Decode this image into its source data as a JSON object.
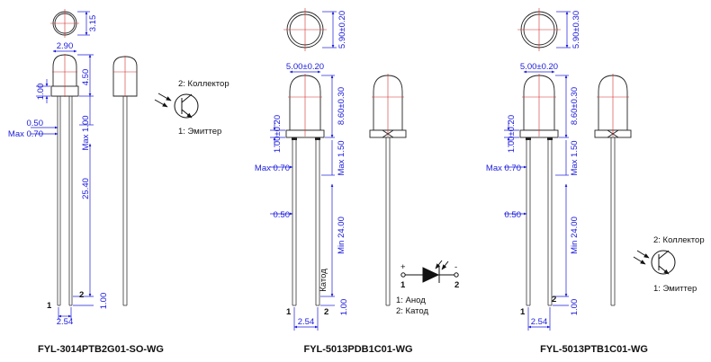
{
  "parts": [
    {
      "title": "FYL-3014PTB2G01-SO-WG",
      "dims": {
        "top_height": "3.15",
        "width": "2.90",
        "flange": "1.00",
        "body_height": "4.50",
        "lead_width": "0.50",
        "lead_max": "Max 0.70",
        "max_under": "Max 1.00",
        "lead_length": "25.40",
        "tail": "1.00",
        "pitch": "2.54"
      },
      "pins": [
        "1",
        "2"
      ],
      "symbol": {
        "collector": "2: Коллектор",
        "emitter": "1: Эмиттер"
      }
    },
    {
      "title": "FYL-5013PDB1C01-WG",
      "dims": {
        "top_diameter": "5.90±0.20",
        "diameter": "5.00±0.20",
        "flange": "1.00±0.20",
        "body_height": "8.60±0.30",
        "lead_max": "Max 0.70",
        "max_under": "Max 1.50",
        "lead_width": "0.50",
        "lead_length": "Min 24.00",
        "tail": "1.00",
        "pitch": "2.54"
      },
      "pins": [
        "1",
        "2"
      ],
      "cathode": "Катод",
      "symbol": {
        "plus": "+",
        "minus": "-",
        "pin1": "1",
        "pin2": "2",
        "anode": "1: Анод",
        "cathode": "2: Катод"
      }
    },
    {
      "title": "FYL-5013PTB1C01-WG",
      "dims": {
        "top_diameter": "5.90±0.30",
        "diameter": "5.00±0.20",
        "flange": "1.00±0.20",
        "body_height": "8.60±0.30",
        "lead_max": "Max 0.70",
        "max_under": "Max 1.50",
        "lead_width": "0.50",
        "lead_length": "Min 24.00",
        "tail": "1.00",
        "pitch": "2.54"
      },
      "pins": [
        "1",
        "2"
      ],
      "symbol": {
        "collector": "2: Коллектор",
        "emitter": "1: Эмиттер"
      }
    }
  ]
}
